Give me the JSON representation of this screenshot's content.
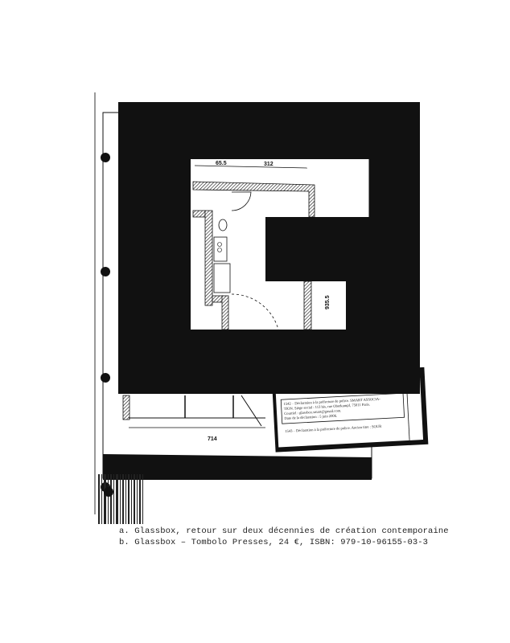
{
  "captions": {
    "a": "a. Glassbox, retour sur deux décennies de création contemporaine",
    "b": "b. Glassbox – Tombolo Presses, 24 €, ISBN: 979-10-96155-03-3"
  },
  "floorplan": {
    "dim_top_small": "65.5",
    "dim_top_large": "312",
    "dim_side": "935.5",
    "dim_bottom": "714"
  },
  "clipping": {
    "line1": "1542 – Déclaration à la préfecture de police. SMART ASSOCIA-",
    "line2": "TION. Siège social : 113 bis, rue Oberkampf, 75011 Paris.",
    "line3": "Courriel : glassbox.smart@gmail.com.",
    "line4": "Date de la déclaration : 5 juin 2006.",
    "line5": "1543 – Déclaration à la préfecture de police. Ancien titre : SOUR"
  },
  "colors": {
    "ink": "#111111",
    "paper": "#ffffff"
  }
}
